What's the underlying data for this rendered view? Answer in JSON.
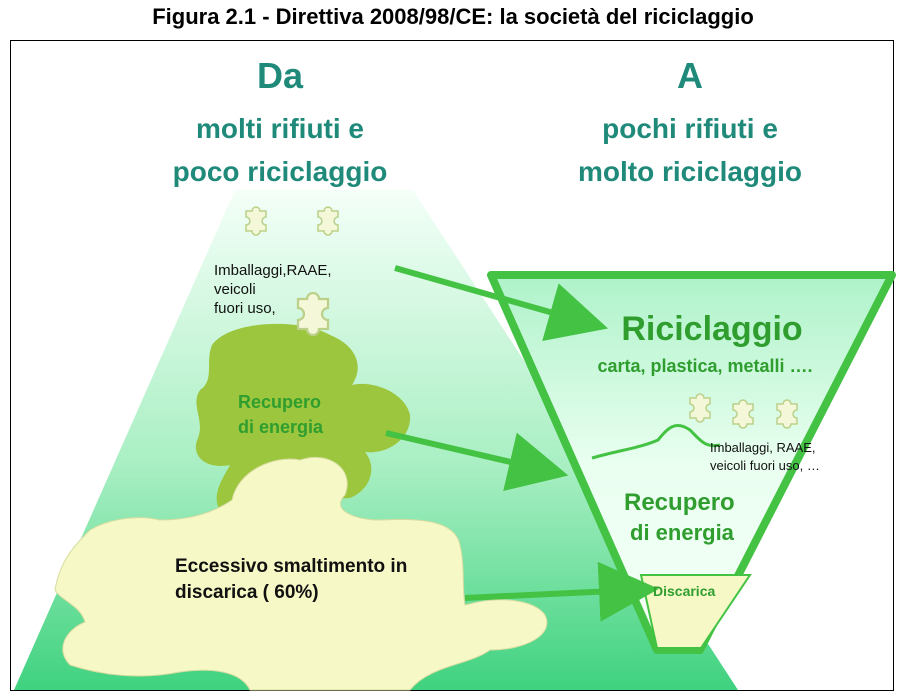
{
  "figure_title": "Figura 2.1 - Direttiva 2008/98/CE: la società del riciclaggio",
  "from": {
    "heading": "Da",
    "line1": "molti rifiuti e",
    "line2": "poco riciclaggio",
    "waste_line1": "Imballaggi,RAAE,",
    "waste_line2": "veicoli",
    "waste_line3": "fuori uso,",
    "recovery_line1": "Recupero",
    "recovery_line2": "di energia",
    "landfill_line1": "Eccessivo smaltimento in",
    "landfill_line2": "discarica  ( 60%)"
  },
  "to": {
    "heading": "A",
    "line1": "pochi rifiuti e",
    "line2": "molto riciclaggio",
    "recycling": "Riciclaggio",
    "materials": "carta, plastica, metalli ….",
    "waste_line1": "Imballaggi, RAAE,",
    "waste_line2": "veicoli fuori uso, …",
    "recovery_line1": "Recupero",
    "recovery_line2": "di energia",
    "landfill": "Discarica"
  },
  "colors": {
    "heading": "#1f8a7a",
    "arrow": "#44c244",
    "recovery_text": "#2f9e2f",
    "puzzle_dark": "#9cc63e",
    "puzzle_light": "#f6f8c6",
    "triangle_top": "#f3fff6",
    "triangle_bottom": "#47d88a"
  }
}
